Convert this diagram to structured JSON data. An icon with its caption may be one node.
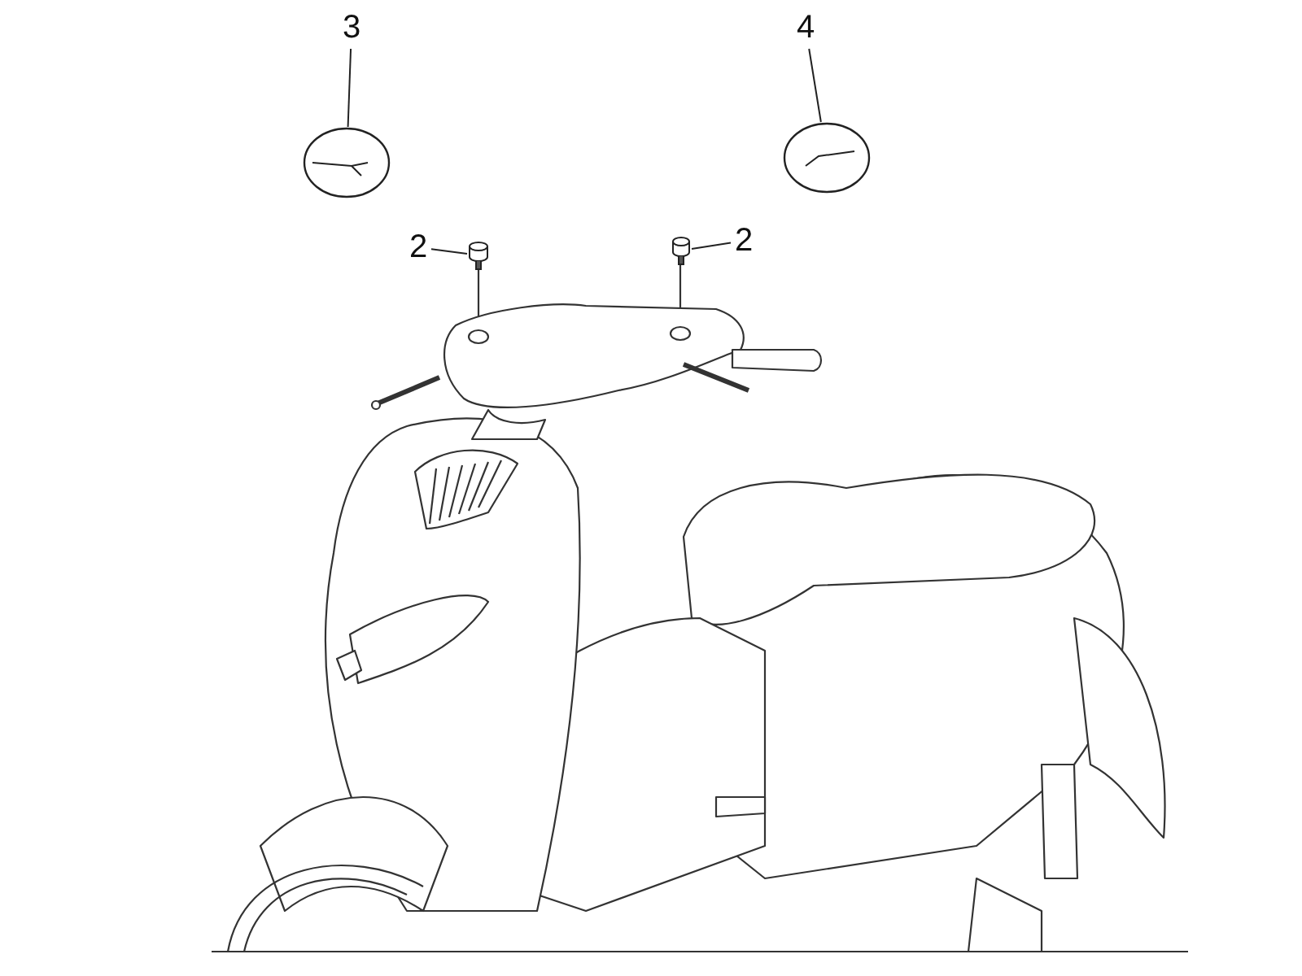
{
  "diagram": {
    "nodes": [
      {
        "text": [
          "3"
        ]
      },
      {
        "text": [],
        "shape": "picture"
      },
      {
        "text": [
          "4"
        ]
      },
      {
        "text": [],
        "shape": "picture"
      },
      {
        "text": [
          "2"
        ]
      },
      {
        "text": [],
        "shape": "cylinder"
      },
      {
        "text": [
          "2"
        ]
      },
      {
        "text": [],
        "shape": "cylinder"
      }
    ],
    "edges": [
      {
        "from": 0,
        "to": 1,
        "arrow": "none"
      },
      {
        "from": 2,
        "to": 3,
        "arrow": "none"
      },
      {
        "from": 4,
        "to": 5,
        "arrow": "none"
      },
      {
        "from": 6,
        "to": 7,
        "arrow": "none"
      }
    ]
  }
}
